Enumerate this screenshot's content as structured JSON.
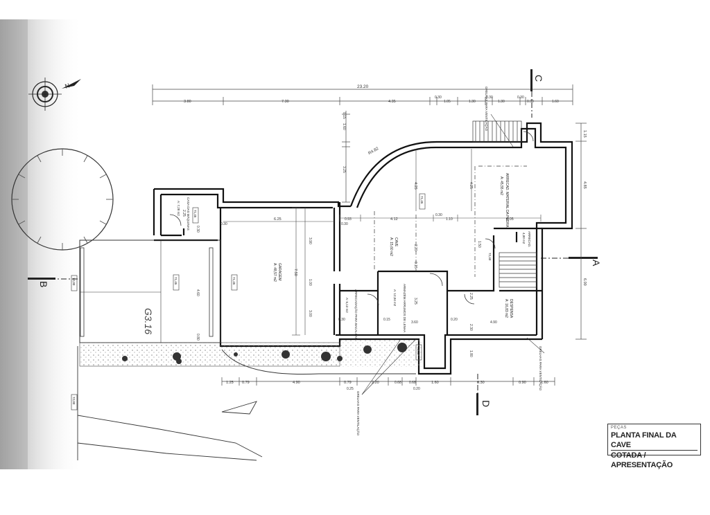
{
  "title_block": {
    "label": "PEÇAS",
    "line1": "PLANTA FINAL DA CAVE",
    "line2": "COTADA / APRESENTAÇÃO"
  },
  "section_markers": {
    "a": "A",
    "b": "B",
    "c": "C",
    "d": "D"
  },
  "rooms": {
    "arrecad_pedra": "ARRECAD. MATERIAL DA PEDRA",
    "arrecad_pedra_area": "A: 45,55 m2",
    "cave": "CAVE",
    "cave_area": "A: 15,60 m2",
    "garagem": "GARAGEM",
    "garagem_area": "A: 48,57 m2",
    "casa_maquinas": "CASA DAS MÁQUINAS",
    "casa_maquinas_area": "A: 7,28 m2",
    "armazem": "ARMAZÉM ARRUMOS DE LENHA",
    "armazem_area": "A: 12,04 m2",
    "arrecad_bacalhau": "ARRECADAÇÃO PARA BACALHAU",
    "arrecad_bacalhau_area": "A: 5,13 m2",
    "despensa": "DESPENSA",
    "despensa_area": "A: 16,83 m2",
    "arrecad_small": "ARRECAD.",
    "arrecad_small_area": "4,00 m2"
  },
  "annotations": {
    "grelhas_top": "GRELHAS PARA VENTILAÇÃO",
    "grelhas_bottom": "GRELHAS PARA VENTILAÇÃO",
    "grelhas_right": "GRELHAS PARA VENTILAÇÃO",
    "handwritten_area": "G3.16",
    "radius": "R4.82"
  },
  "levels": {
    "l1": "71,45",
    "l2": "71,45",
    "l3": "72,00",
    "l4": "71,45",
    "l5": "71,45",
    "l6": "72,15",
    "l7": "72,00",
    "l8": "72,40"
  },
  "dimensions": {
    "top_total": "23.20",
    "top": [
      "3.80",
      "7.30",
      "4.35",
      "0.30",
      "1.05",
      "1.30",
      "0.30",
      "1.30",
      "0.30",
      "0.90",
      "1.60"
    ],
    "bottom": [
      "1.25",
      "0.79",
      "4.90",
      "0.79",
      "2.20",
      "0.68",
      "0.68",
      "1.60",
      "3.30",
      "0.90",
      "1.60"
    ],
    "bottom_sub": [
      "0.25",
      "0.20"
    ],
    "right": [
      "1.15",
      "4.85",
      "6.00"
    ],
    "left_column": [
      "1.60",
      "0.15",
      "3.25"
    ],
    "garagem_width": "6.25",
    "garagem_height": "7.50",
    "garagem_sub": [
      "3.90",
      "1.00",
      "3.00"
    ],
    "cave_width": "4.12",
    "cave_sub": [
      "0.93",
      "0.30",
      "6.05",
      "1.10",
      "0.30"
    ],
    "cave_height": "4.25",
    "inner": [
      "4.25",
      "2.20",
      "0.15",
      "3.25",
      "1.50",
      "3.60",
      "4.90",
      "2.30",
      "0.20",
      "0.15",
      "2.25",
      "0.30",
      "1.80"
    ],
    "left_dims": [
      "2.25",
      "0.30",
      "0.30",
      "4.60",
      "0.80"
    ]
  }
}
